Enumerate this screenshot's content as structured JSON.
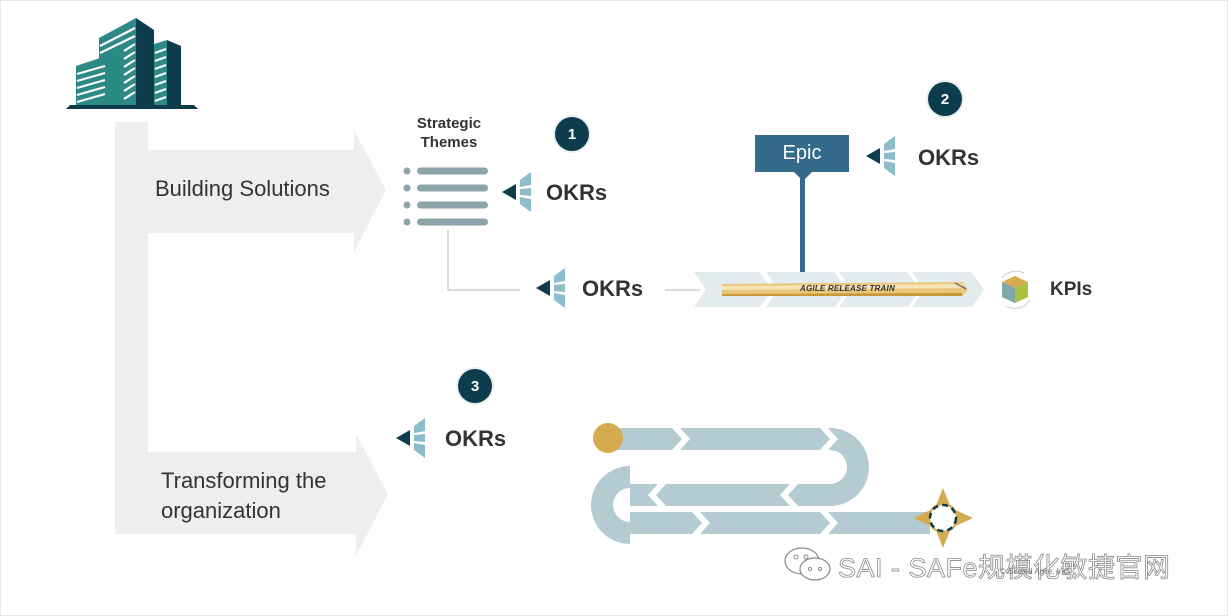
{
  "diagram": {
    "lanes": [
      {
        "label": "Building Solutions"
      },
      {
        "label_line1": "Transforming the",
        "label_line2": "organization"
      }
    ],
    "strategic_themes": {
      "title_line1": "Strategic",
      "title_line2": "Themes",
      "item_count": 4
    },
    "badges": [
      "1",
      "2",
      "3"
    ],
    "okr_label": "OKRs",
    "epic_label": "Epic",
    "art_label": "AGILE RELEASE TRAIN",
    "kpi_label": "KPIs",
    "colors": {
      "dark_teal": "#0d3d4c",
      "light_teal": "#8dbccb",
      "epic_blue": "#346b8a",
      "gold": "#d4ab4e",
      "road": "#b5cbd2",
      "lane_gray": "#eeeeee",
      "list_gray": "#8aa4a8"
    }
  },
  "watermark": {
    "text": "SAI - SAFe规模化敏捷官网",
    "copyright": "© Scaled Agile, Inc."
  }
}
